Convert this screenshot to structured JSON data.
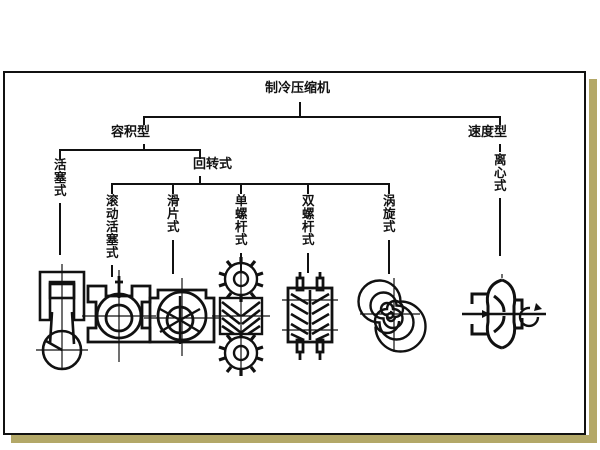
{
  "figure": {
    "title": "制冷压缩机",
    "title_en": "Refrigeration Compressor",
    "background": "#ffffff",
    "ink_color": "#111111",
    "shadow_color": "#b3a868",
    "frame": {
      "border_color": "#111111",
      "fill": "#ffffff"
    }
  },
  "tree": {
    "root": {
      "label": "制冷压缩机"
    },
    "level1": [
      {
        "label": "容积型",
        "orientation": "horizontal"
      },
      {
        "label": "速度型",
        "orientation": "horizontal"
      }
    ],
    "level2": [
      {
        "label": "活塞式",
        "orientation": "vertical",
        "parent": "容积型"
      },
      {
        "label": "回转式",
        "orientation": "horizontal",
        "parent": "容积型"
      },
      {
        "label": "离心式",
        "orientation": "vertical",
        "parent": "速度型"
      }
    ],
    "level3": [
      {
        "label": "滚动活塞式",
        "orientation": "vertical",
        "parent": "回转式"
      },
      {
        "label": "滑片式",
        "orientation": "vertical",
        "parent": "回转式"
      },
      {
        "label": "单螺杆式",
        "orientation": "vertical",
        "parent": "回转式"
      },
      {
        "label": "双螺杆式",
        "orientation": "vertical",
        "parent": "回转式"
      },
      {
        "label": "涡旋式",
        "orientation": "vertical",
        "parent": "回转式"
      }
    ]
  },
  "diagrams": [
    {
      "name": "reciprocating-piston-diagram",
      "for": "活塞式"
    },
    {
      "name": "rolling-piston-diagram",
      "for": "滚动活塞式"
    },
    {
      "name": "sliding-vane-diagram",
      "for": "滑片式"
    },
    {
      "name": "single-screw-diagram",
      "for": "单螺杆式"
    },
    {
      "name": "twin-screw-diagram",
      "for": "双螺杆式"
    },
    {
      "name": "scroll-diagram",
      "for": "涡旋式"
    },
    {
      "name": "centrifugal-diagram",
      "for": "离心式"
    }
  ]
}
